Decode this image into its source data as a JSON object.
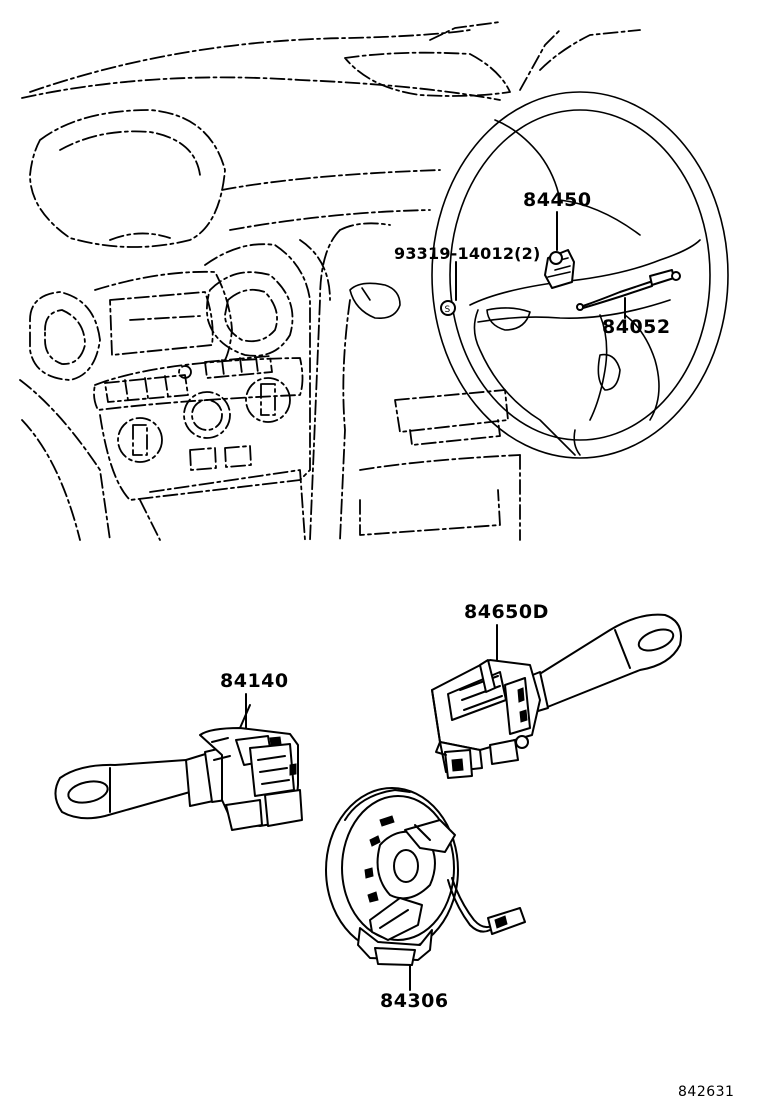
{
  "labels": {
    "turn_signal_switch": "84140",
    "wiper_switch": "84650D",
    "spiral_cable": "84306",
    "horn_button_part": "84450",
    "screw": "93319-14012(2)",
    "wire_harness": "84052",
    "diagram_ref": "842631"
  }
}
